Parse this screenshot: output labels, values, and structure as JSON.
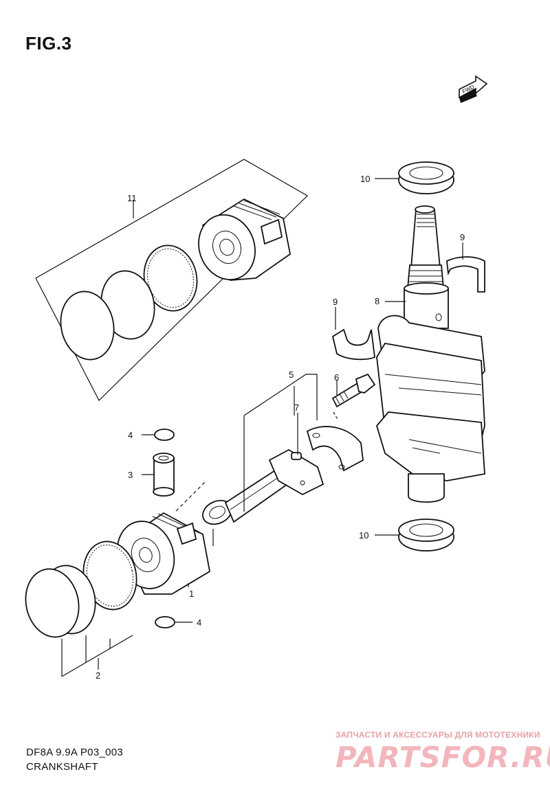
{
  "figure": {
    "title": "FIG.3",
    "fwd_label": "FWD",
    "footer_code": "DF8A 9.9A P03_003",
    "footer_name": "CRANKSHAFT"
  },
  "callouts": {
    "c1": "1",
    "c2": "2",
    "c3": "3",
    "c4a": "4",
    "c4b": "4",
    "c5": "5",
    "c6": "6",
    "c7": "7",
    "c8": "8",
    "c9a": "9",
    "c9b": "9",
    "c10a": "10",
    "c10b": "10",
    "c11": "11"
  },
  "watermark": {
    "line1": "ЗАПЧАСТИ И АКСЕССУАРЫ ДЛЯ МОТОТЕХНИКИ",
    "line2": "PARTSFOR.RU"
  }
}
